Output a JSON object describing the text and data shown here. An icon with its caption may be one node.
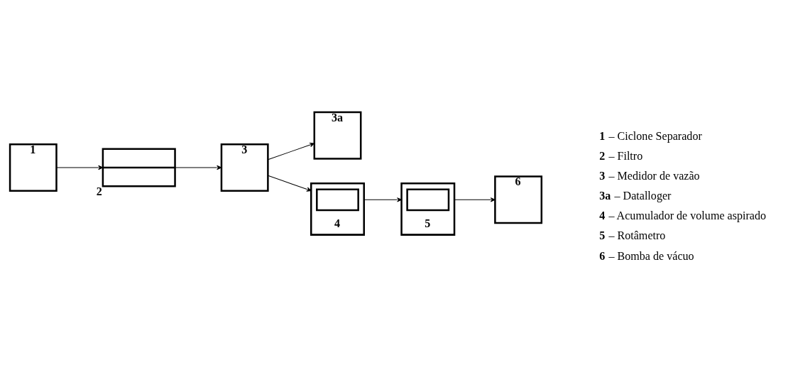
{
  "diagram": {
    "nodes": [
      {
        "text": [
          "1"
        ]
      },
      {
        "text": [],
        "shape": "box",
        "beside": [
          "2"
        ]
      },
      {
        "text": [
          "3"
        ]
      },
      {
        "text": [
          "3a"
        ]
      },
      {
        "text": [
          "4"
        ]
      },
      {
        "text": [],
        "shape": "box",
        "in": 4
      },
      {
        "text": [
          "5"
        ]
      },
      {
        "text": [],
        "shape": "box",
        "in": 6
      },
      {
        "text": [
          "6"
        ]
      }
    ],
    "edges": [
      {
        "from": 0,
        "to": 1,
        "arrow": "to"
      },
      {
        "from": 1,
        "to": 2,
        "arrow": "to"
      },
      {
        "from": 2,
        "to": 3,
        "arrow": "to"
      },
      {
        "from": 2,
        "to": 4,
        "arrow": "to"
      },
      {
        "from": 4,
        "to": 6,
        "arrow": "to"
      },
      {
        "from": 6,
        "to": 8,
        "arrow": "to"
      }
    ],
    "labels": [
      "**1** – Ciclone Separador",
      "**2** – Filtro",
      "**3** – Medidor de vazão",
      "**3a** – Datalloger",
      "**4** – Acumulador de volume aspirado",
      "**5** – Rotâmetro",
      "**6** – Bomba de vácuo"
    ]
  }
}
